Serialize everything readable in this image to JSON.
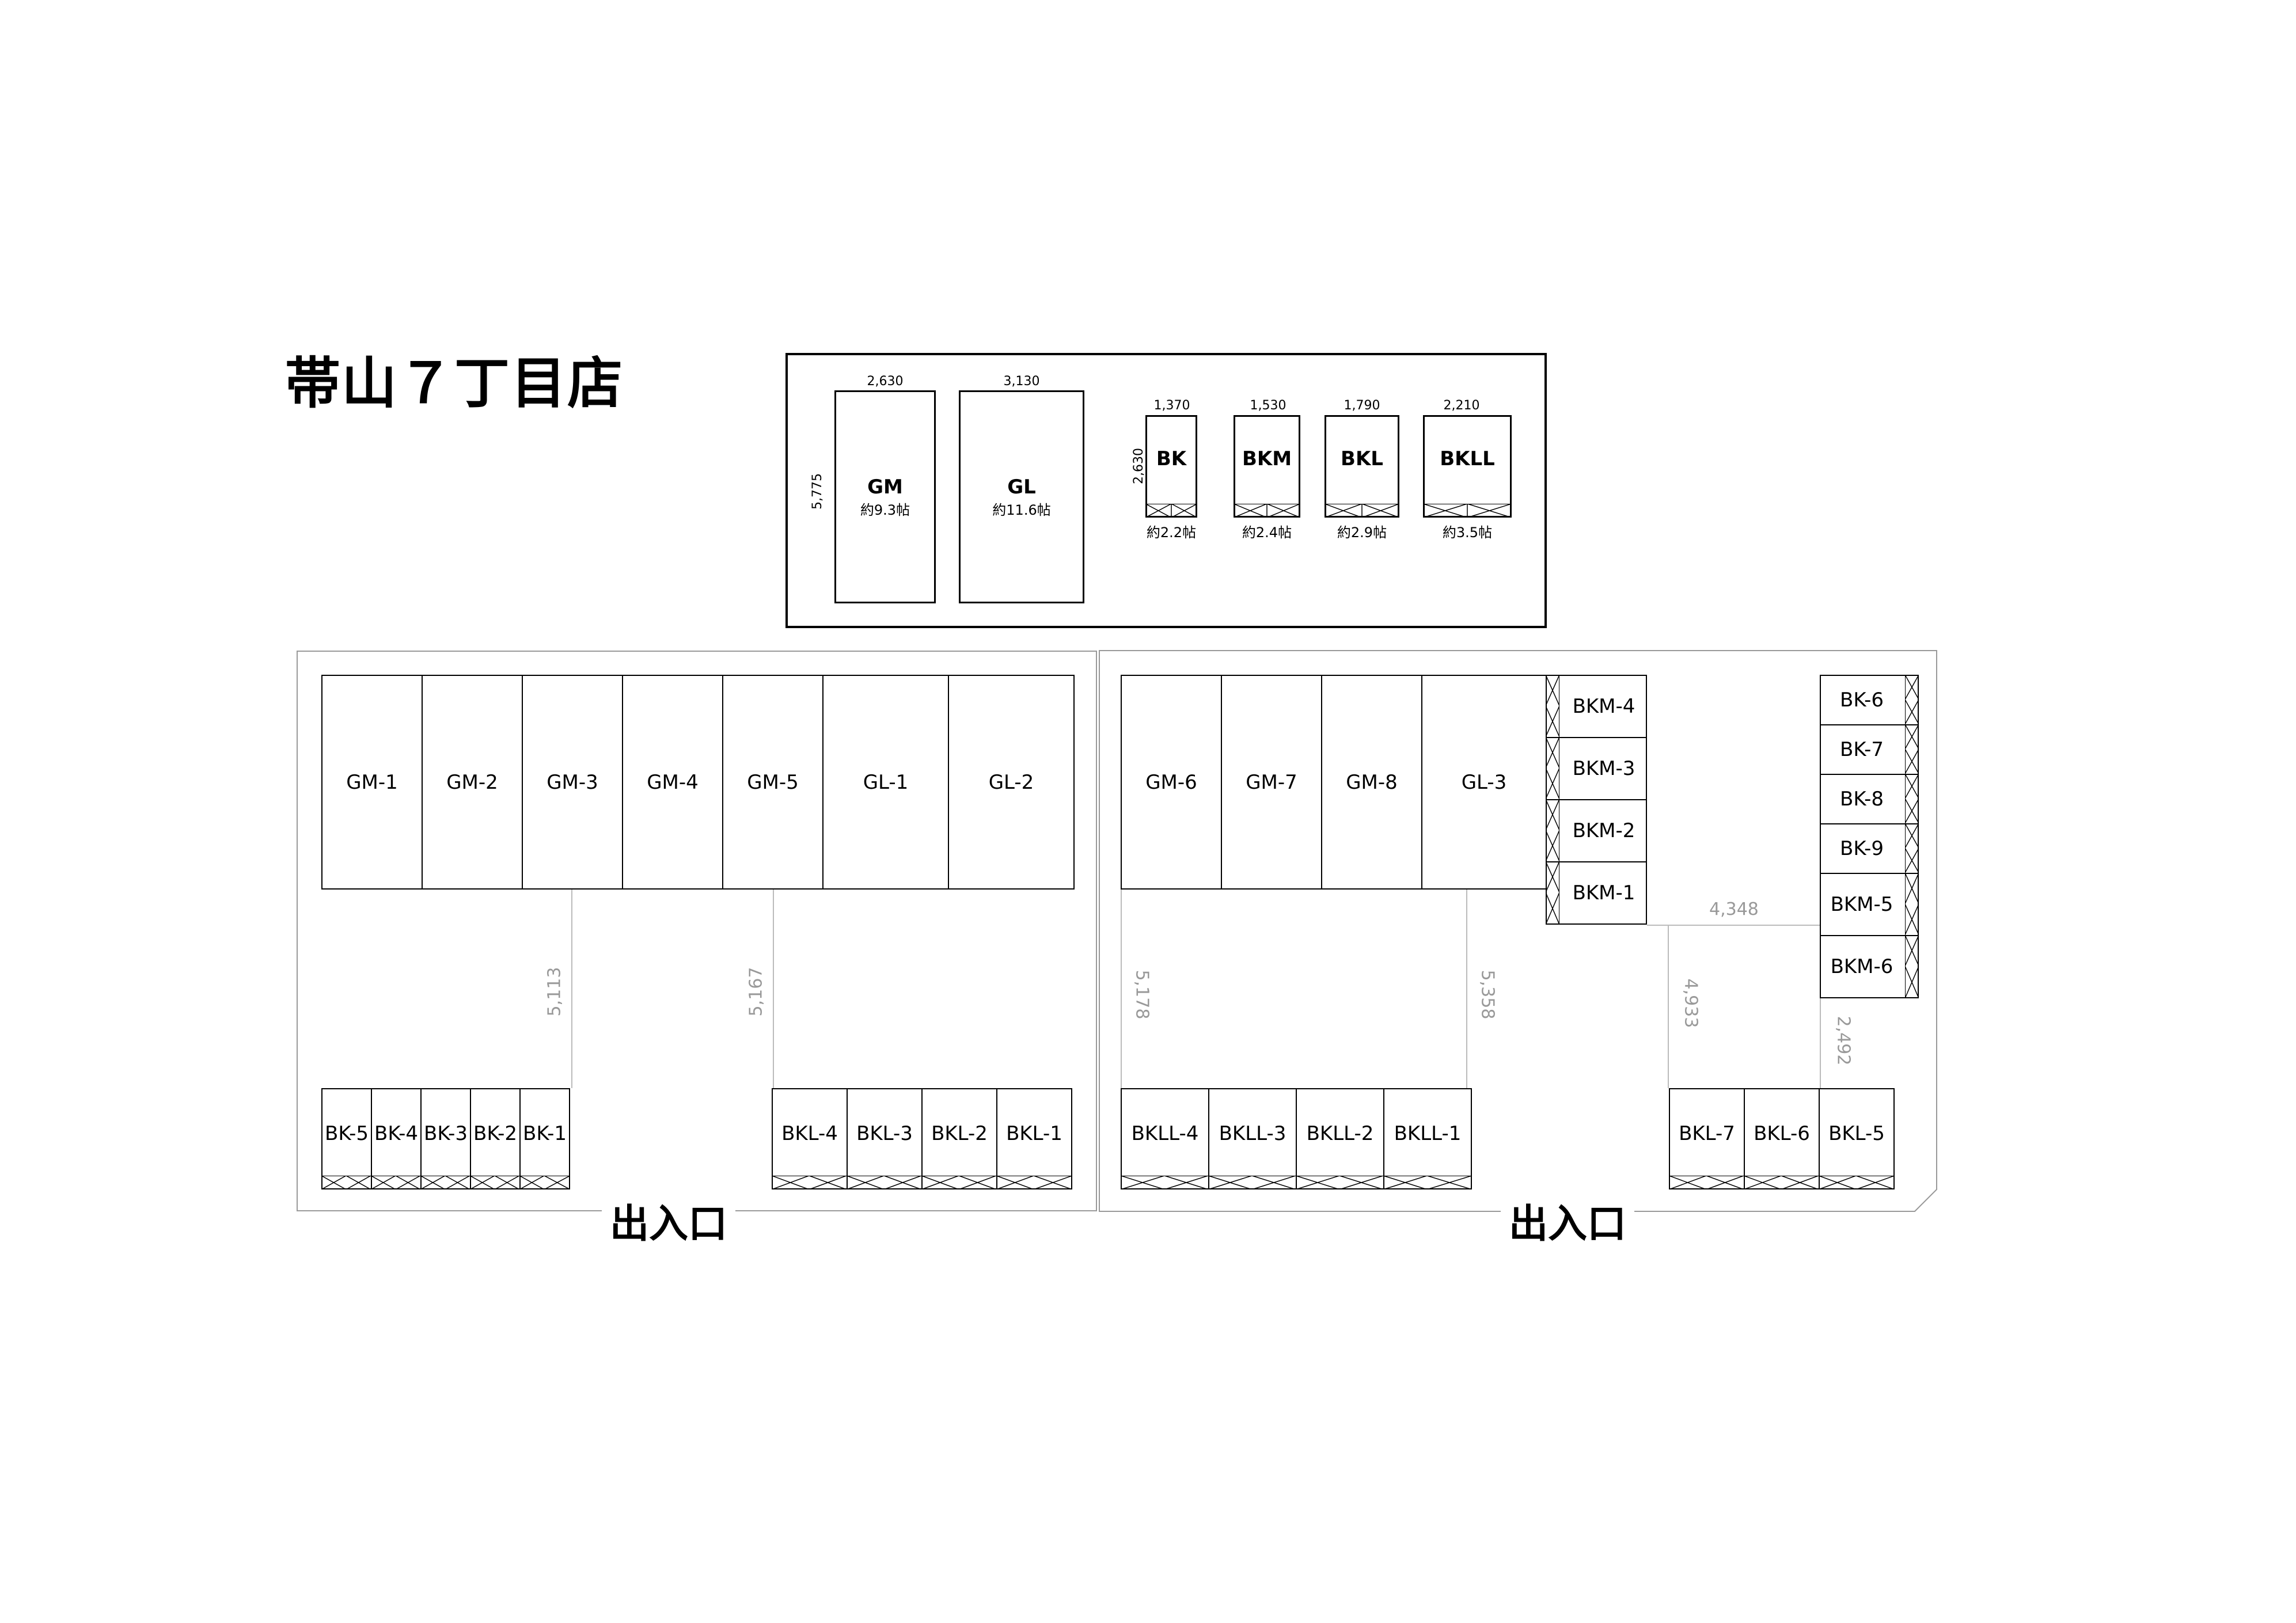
{
  "title": "帯山７丁目店",
  "entrance_label": "出入口",
  "legend": {
    "types": [
      {
        "name": "GM",
        "width": "2,630",
        "height": "5,775",
        "area": "約9.3帖"
      },
      {
        "name": "GL",
        "width": "3,130",
        "area": "約11.6帖"
      },
      {
        "name": "BK",
        "width": "1,370",
        "height": "2,630",
        "area": "約2.2帖"
      },
      {
        "name": "BKM",
        "width": "1,530",
        "area": "約2.4帖"
      },
      {
        "name": "BKL",
        "width": "1,790",
        "area": "約2.9帖"
      },
      {
        "name": "BKLL",
        "width": "2,210",
        "area": "約3.5帖"
      }
    ]
  },
  "left_lot": {
    "top_row": [
      "GM-1",
      "GM-2",
      "GM-3",
      "GM-4",
      "GM-5",
      "GL-1",
      "GL-2"
    ],
    "bottom_bk": [
      "BK-5",
      "BK-4",
      "BK-3",
      "BK-2",
      "BK-1"
    ],
    "bottom_bkl": [
      "BKL-4",
      "BKL-3",
      "BKL-2",
      "BKL-1"
    ],
    "dims": [
      "5,113",
      "5,167"
    ]
  },
  "right_lot": {
    "top_row": [
      "GM-6",
      "GM-7",
      "GM-8",
      "GL-3"
    ],
    "bkm_column": [
      "BKM-4",
      "BKM-3",
      "BKM-2",
      "BKM-1"
    ],
    "right_column": [
      "BK-6",
      "BK-7",
      "BK-8",
      "BK-9",
      "BKM-5",
      "BKM-6"
    ],
    "bottom_bkll": [
      "BKLL-4",
      "BKLL-3",
      "BKLL-2",
      "BKLL-1"
    ],
    "bottom_bkl": [
      "BKL-7",
      "BKL-6",
      "BKL-5"
    ],
    "dims": [
      "5,178",
      "5,358",
      "4,348",
      "4,933",
      "2,492"
    ]
  }
}
